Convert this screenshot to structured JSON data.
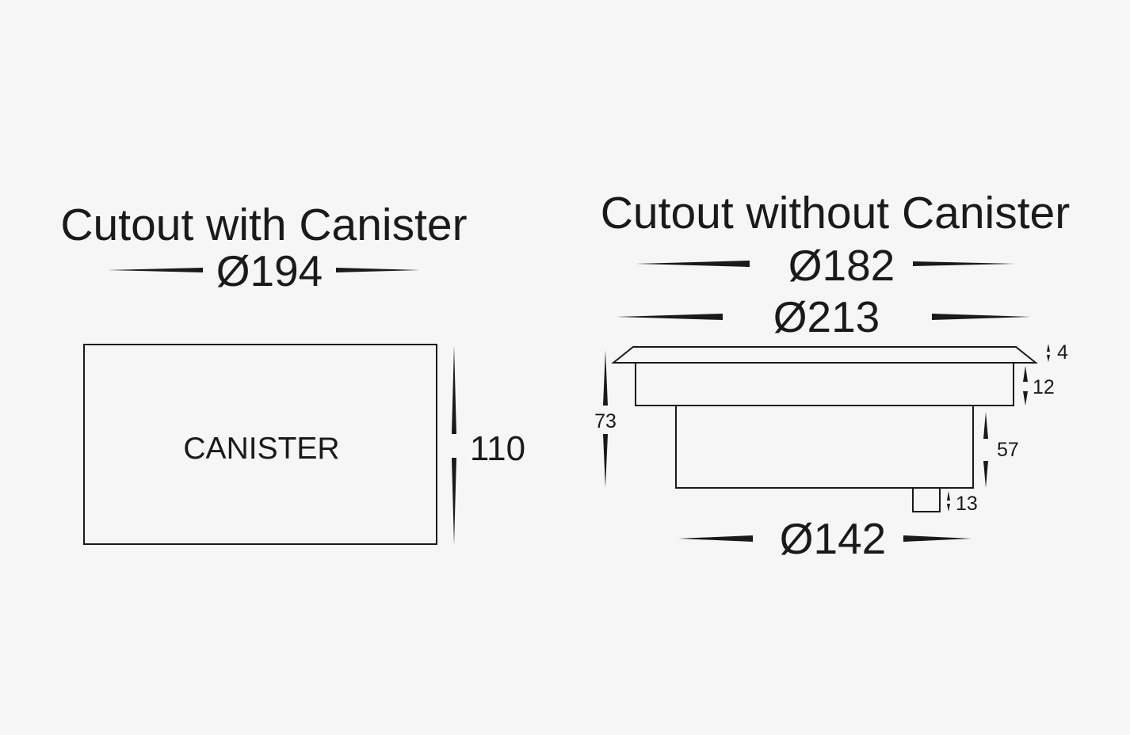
{
  "left_panel": {
    "title": "Cutout with Canister",
    "diameter_label": "Ø194",
    "box_label": "CANISTER",
    "height_label": "110"
  },
  "right_panel": {
    "title": "Cutout without Canister",
    "top_diameter_label": "Ø182",
    "flange_diameter_label": "Ø213",
    "bottom_diameter_label": "Ø142",
    "total_height_label": "73",
    "flange_thickness_label": "4",
    "collar_height_label": "12",
    "body_height_label": "57",
    "connector_height_label": "13"
  },
  "colors": {
    "background": "#f6f6f6",
    "ink": "#1a1a1a"
  }
}
